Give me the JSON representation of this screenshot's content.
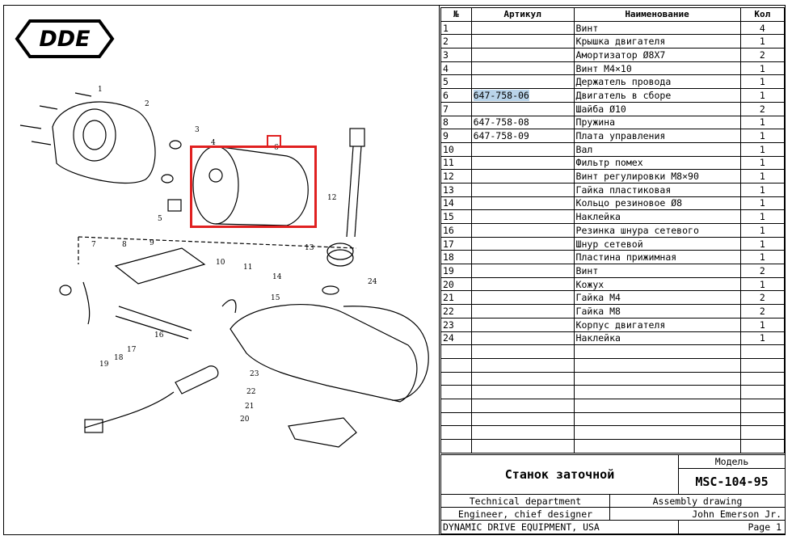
{
  "logo": {
    "text": "DDE"
  },
  "table": {
    "headers": {
      "num": "№",
      "article": "Артикул",
      "name": "Наименование",
      "qty": "Кол"
    },
    "rows": [
      {
        "num": "1",
        "article": "",
        "name": "Винт",
        "qty": "4"
      },
      {
        "num": "2",
        "article": "",
        "name": "Крышка двигателя",
        "qty": "1"
      },
      {
        "num": "3",
        "article": "",
        "name": "Амортизатор Ø8X7",
        "qty": "2"
      },
      {
        "num": "4",
        "article": "",
        "name": "Винт М4×10",
        "qty": "1"
      },
      {
        "num": "5",
        "article": "",
        "name": "Держатель провода",
        "qty": "1"
      },
      {
        "num": "6",
        "article": "647-758-06",
        "name": "Двигатель в сборе",
        "qty": "1"
      },
      {
        "num": "7",
        "article": "",
        "name": "Шайба Ø10",
        "qty": "2"
      },
      {
        "num": "8",
        "article": "647-758-08",
        "name": "Пружина",
        "qty": "1"
      },
      {
        "num": "9",
        "article": "647-758-09",
        "name": "Плата управления",
        "qty": "1"
      },
      {
        "num": "10",
        "article": "",
        "name": "Вал",
        "qty": "1"
      },
      {
        "num": "11",
        "article": "",
        "name": "Фильтр помех",
        "qty": "1"
      },
      {
        "num": "12",
        "article": "",
        "name": "Винт регулировки М8×90",
        "qty": "1"
      },
      {
        "num": "13",
        "article": "",
        "name": "Гайка пластиковая",
        "qty": "1"
      },
      {
        "num": "14",
        "article": "",
        "name": "Кольцо резиновое  Ø8",
        "qty": "1"
      },
      {
        "num": "15",
        "article": "",
        "name": "Наклейка",
        "qty": "1"
      },
      {
        "num": "16",
        "article": "",
        "name": "Резинка шнура сетевого",
        "qty": "1"
      },
      {
        "num": "17",
        "article": "",
        "name": "Шнур сетевой",
        "qty": "1"
      },
      {
        "num": "18",
        "article": "",
        "name": "Пластина прижимная",
        "qty": "1"
      },
      {
        "num": "19",
        "article": "",
        "name": "Винт",
        "qty": "2"
      },
      {
        "num": "20",
        "article": "",
        "name": "Кожух",
        "qty": "1"
      },
      {
        "num": "21",
        "article": "",
        "name": "Гайка М4",
        "qty": "2"
      },
      {
        "num": "22",
        "article": "",
        "name": "Гайка М8",
        "qty": "2"
      },
      {
        "num": "23",
        "article": "",
        "name": "Корпус двигателя",
        "qty": "1"
      },
      {
        "num": "24",
        "article": "",
        "name": "Наклейка",
        "qty": "1"
      }
    ],
    "empty_rows": 8
  },
  "title_block": {
    "model_label": "Модель",
    "product_name": "Станок заточной",
    "model": "MSC-104-95",
    "department": "Technical department",
    "drawing_type": "Assembly drawing",
    "role": "Engineer, chief designer",
    "person": "John Emerson Jr.",
    "company": "DYNAMIC DRIVE EQUIPMENT, USA",
    "page": "Page 1"
  },
  "callouts": [
    "1",
    "2",
    "3",
    "4",
    "5",
    "6",
    "7",
    "8",
    "9",
    "10",
    "11",
    "12",
    "13",
    "14",
    "15",
    "16",
    "17",
    "18",
    "19",
    "20",
    "21",
    "22",
    "23",
    "24"
  ],
  "accent_color": "#e02020",
  "highlight_color": "#b9d4ea"
}
